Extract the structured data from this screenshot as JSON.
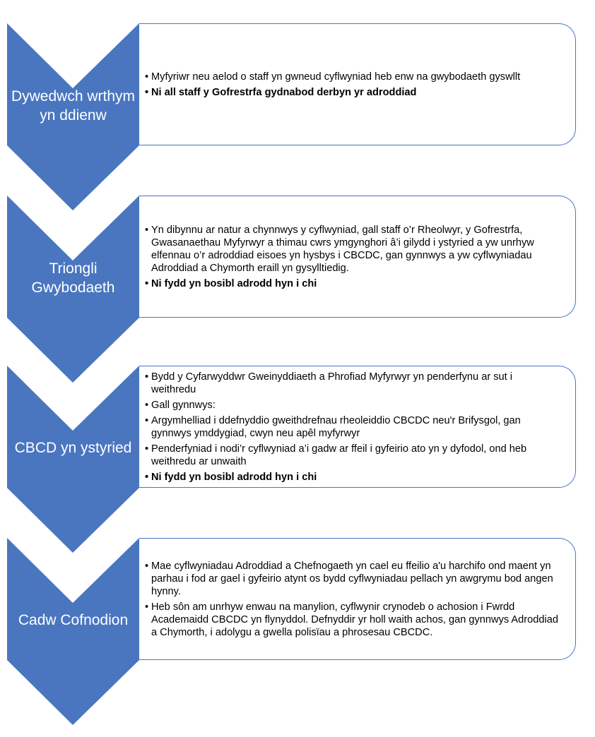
{
  "colors": {
    "chevron": "#4a76c0",
    "box_border": "#4a76c0"
  },
  "steps": [
    {
      "title": "Dywedwch wrthym yn ddienw",
      "bullets": [
        {
          "text": "Myfyriwr neu aelod o staff yn gwneud cyflwyniad heb enw na gwybodaeth gyswllt",
          "bold": false
        },
        {
          "text": "Ni all staff y Gofrestrfa gydnabod derbyn yr adroddiad",
          "bold": true
        }
      ]
    },
    {
      "title": "Triongli Gwybodaeth",
      "bullets": [
        {
          "text": "Yn dibynnu ar natur a chynnwys y cyflwyniad, gall staff o’r Rheolwyr, y Gofrestrfa, Gwasanaethau Myfyrwyr a thimau cwrs ymgynghori â’i gilydd i ystyried a yw unrhyw elfennau o’r adroddiad eisoes yn hysbys i CBCDC, gan gynnwys a yw cyflwyniadau Adroddiad a Chymorth eraill yn gysylltiedig.",
          "bold": false
        },
        {
          "text": "Ni fydd yn bosibl adrodd hyn i chi",
          "bold": true
        }
      ]
    },
    {
      "title": "CBCD yn ystyried",
      "bullets": [
        {
          "text": "Bydd y Cyfarwyddwr Gweinyddiaeth a Phrofiad Myfyrwyr yn penderfynu ar sut i weithredu",
          "bold": false
        },
        {
          "text": "Gall gynnwys:",
          "bold": false
        },
        {
          "text": "Argymhelliad i ddefnyddio gweithdrefnau rheoleiddio CBCDC neu'r Brifysgol, gan gynnwys ymddygiad, cwyn neu apêl myfyrwyr",
          "bold": false
        },
        {
          "text": "Penderfyniad i nodi’r cyflwyniad a’i gadw ar ffeil i gyfeirio ato yn y dyfodol, ond heb weithredu ar unwaith",
          "bold": false
        },
        {
          "text": "Ni fydd yn bosibl adrodd hyn i chi",
          "bold": true
        }
      ]
    },
    {
      "title": "Cadw Cofnodion",
      "bullets": [
        {
          "text": "Mae cyflwyniadau Adroddiad a Chefnogaeth yn cael eu ffeilio a'u harchifo ond maent yn parhau i fod ar gael i gyfeirio atynt os bydd cyflwyniadau pellach yn awgrymu bod angen hynny.",
          "bold": false
        },
        {
          "text": "Heb sôn am unrhyw enwau na manylion, cyflwynir crynodeb o achosion i Fwrdd Academaidd CBCDC yn flynyddol. Defnyddir yr holl waith achos, gan gynnwys Adroddiad a Chymorth, i adolygu a gwella polisïau a phrosesau CBCDC.",
          "bold": false
        }
      ]
    }
  ]
}
